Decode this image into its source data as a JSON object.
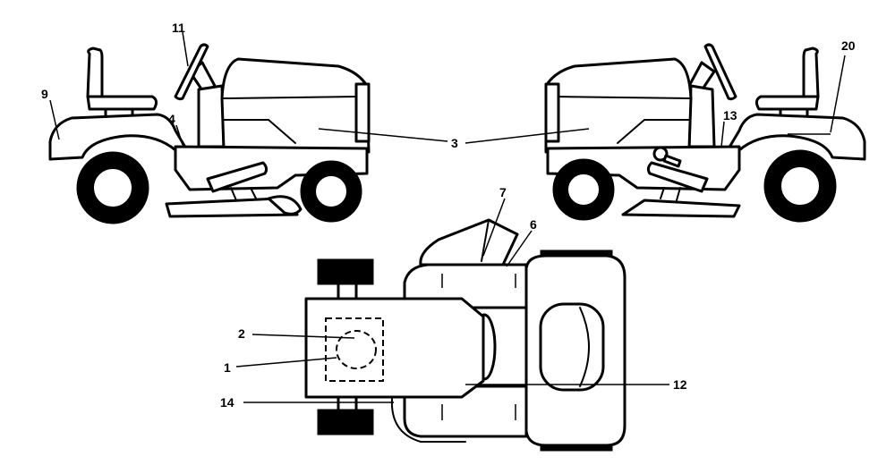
{
  "callouts": {
    "c11": "11",
    "c9": "9",
    "c4": "4",
    "c3": "3",
    "c13": "13",
    "c20": "20",
    "c7": "7",
    "c6": "6",
    "c2": "2",
    "c1": "1",
    "c14": "14",
    "c12": "12"
  },
  "colors": {
    "line": "#000000",
    "background": "#ffffff"
  }
}
